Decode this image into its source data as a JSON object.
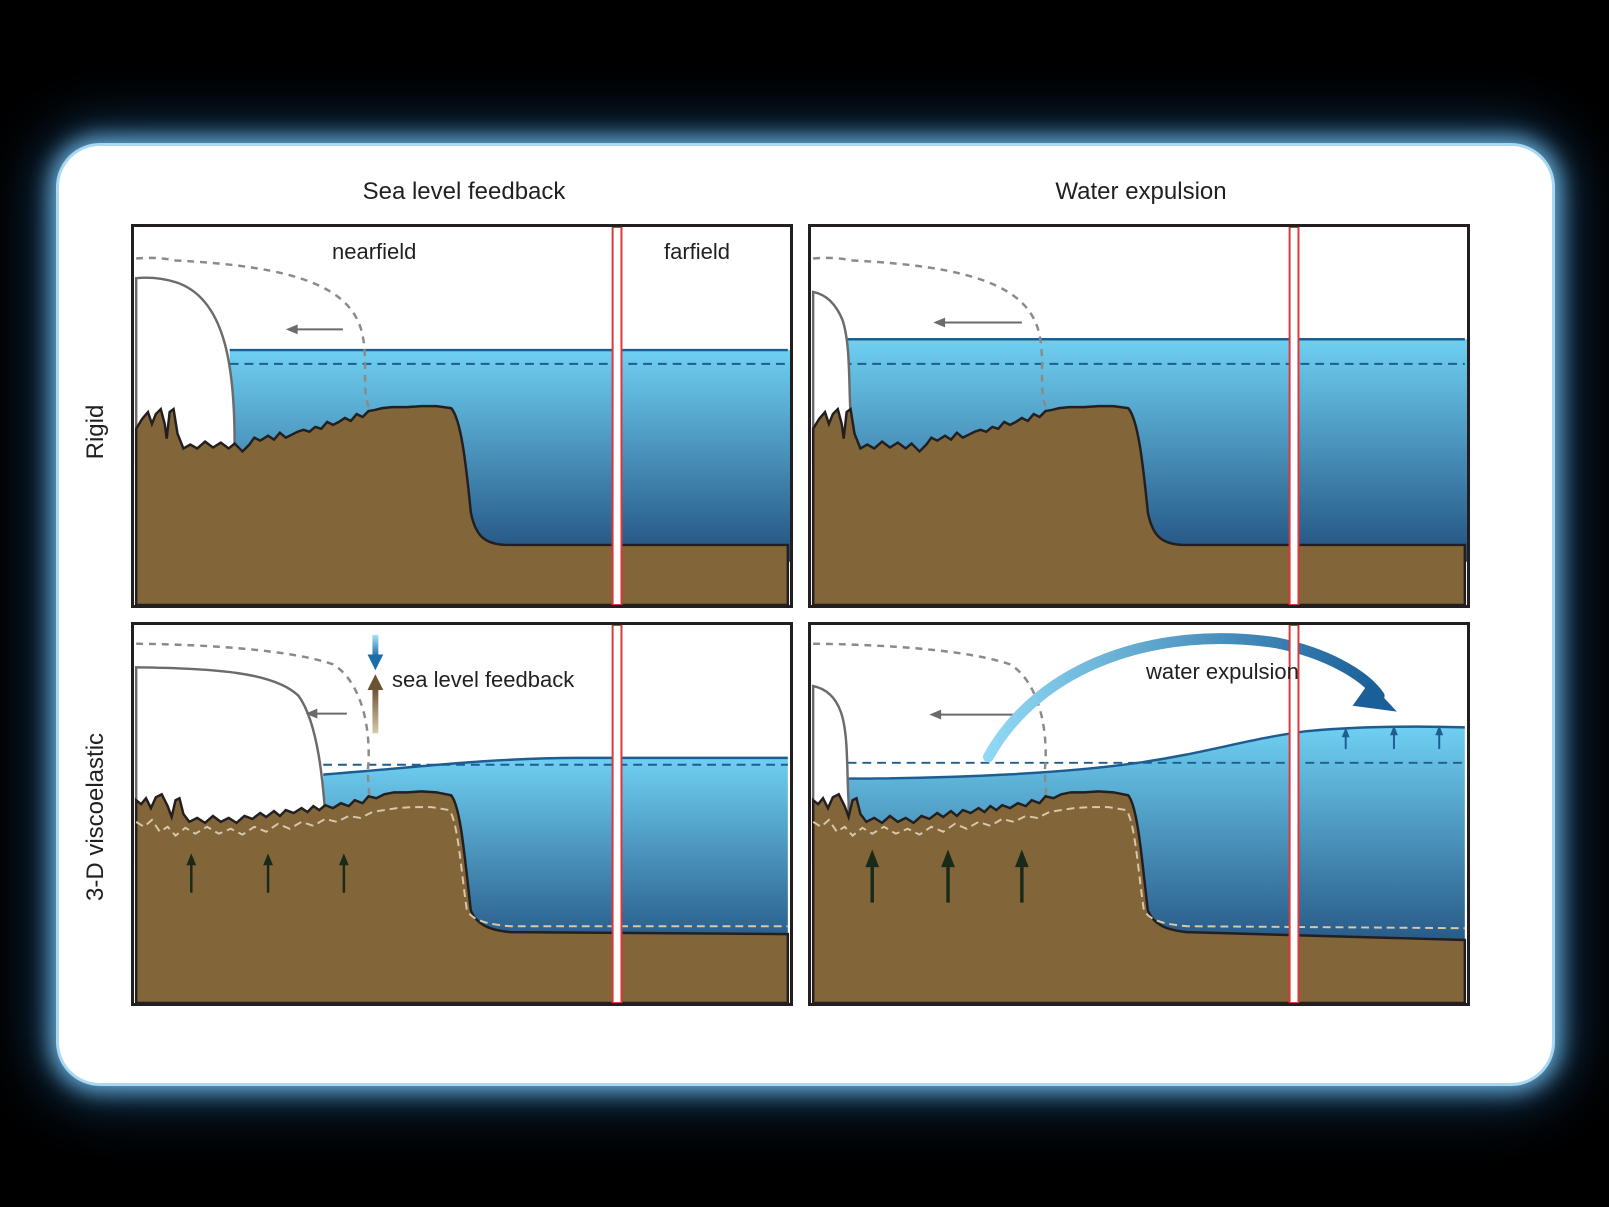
{
  "columns": {
    "left_title": "Sea level feedback",
    "right_title": "Water expulsion"
  },
  "rows": {
    "top_label": "Rigid",
    "bottom_label": "3-D viscoelastic"
  },
  "annotations": {
    "nearfield": "nearfield",
    "farfield": "farfield",
    "sea_level_feedback": "sea level feedback",
    "water_expulsion": "water expulsion"
  },
  "colors": {
    "background": "#000000",
    "card": "#ffffff",
    "glow": "#7cc8f2",
    "water_top": "#6fd0f2",
    "water_bottom": "#22507f",
    "land": "#826539",
    "ice": "#ffffff",
    "farfield_marker": "#e0353a",
    "uplift_arrow": "#1a2a1a"
  }
}
